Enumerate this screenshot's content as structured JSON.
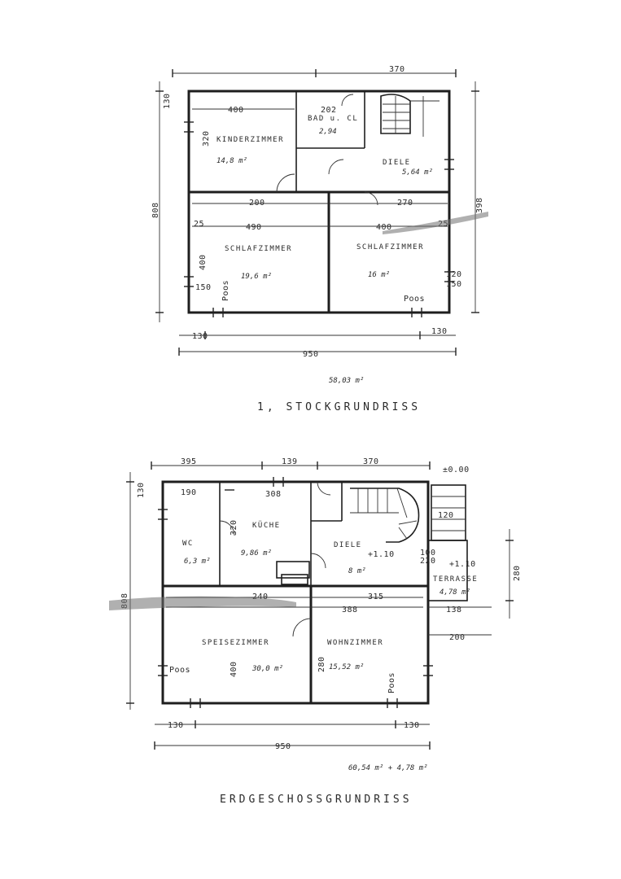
{
  "upper": {
    "title": "1, STOCKGRUNDRISS",
    "total_area": "58,03 m²",
    "rooms": [
      {
        "name": "KINDERZIMMER",
        "area": "14,8 m²"
      },
      {
        "name": "BAD u. CL",
        "area": "2,94"
      },
      {
        "name": "DIELE",
        "area": "5,64 m²"
      },
      {
        "name": "SCHLAFZIMMER",
        "area": "19,6 m²"
      },
      {
        "name": "SCHLAFZIMMER",
        "area": "16 m²"
      }
    ],
    "dims": {
      "top": "370",
      "kinder_w": "400",
      "bad_w": "202",
      "left_top": "130",
      "kinder_h": "320",
      "mid_left": "200",
      "mid_right": "270",
      "s1_w": "490",
      "s2_w": "400",
      "s_h": "400",
      "right_h": "398",
      "left_h": "808",
      "bottom_left": "130",
      "bottom_right": "130",
      "total_w": "950",
      "small1": "25",
      "small2": "25",
      "win1": "120",
      "win2": "150",
      "win3": "150",
      "post1": "Poos",
      "post2": "Poos"
    }
  },
  "lower": {
    "title": "ERDGESCHOSSGRUNDRISS",
    "total_area": "60,54 m² + 4,78 m²",
    "level": "±0.00",
    "rooms": [
      {
        "name": "KÜCHE",
        "area": "9,86 m²"
      },
      {
        "name": "DIELE",
        "area": "8 m²"
      },
      {
        "name": "SPEISEZIMMER",
        "area": "30,0 m²"
      },
      {
        "name": "WOHNZIMMER",
        "area": "15,52 m²"
      },
      {
        "name": "TERRASSE",
        "area": "4,78 m²"
      },
      {
        "name": "WC",
        "area": "6,3 m²"
      }
    ],
    "dims": {
      "top1": "395",
      "top2": "139",
      "top3": "370",
      "left_top": "130",
      "w1": "190",
      "w2": "308",
      "kuche_h": "320",
      "diele_lvl": "+1.10",
      "terr_lvl": "+1.10",
      "mid1": "240",
      "mid2": "315",
      "mid3": "388",
      "s_h": "400",
      "w_h": "280",
      "left_h": "808",
      "right_h": "280",
      "bottom_left": "130",
      "bottom_right": "130",
      "total_w": "950",
      "terr_w": "138",
      "terr_w2": "200",
      "stair_w": "120",
      "post1": "Poos",
      "post2": "Poos",
      "tr1": "220",
      "tr2": "100"
    }
  }
}
